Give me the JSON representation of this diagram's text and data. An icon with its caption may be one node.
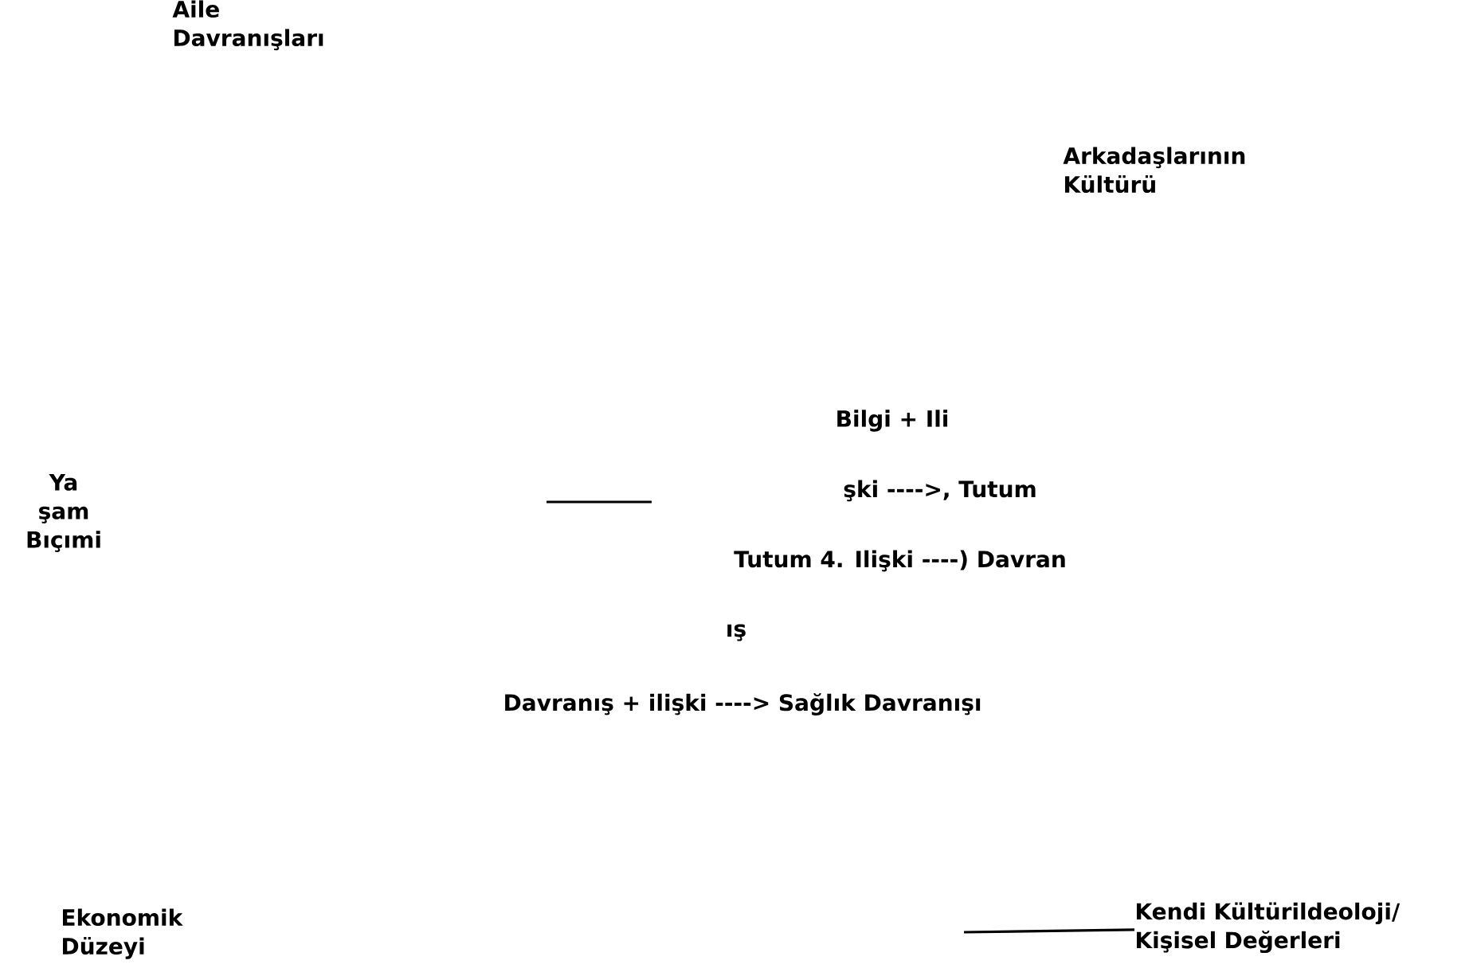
{
  "diagram": {
    "nodes": [
      {
        "text": [
          "Aile Davranışları"
        ]
      },
      {
        "text": [
          "Arkadaşlarının Kültürü"
        ]
      },
      {
        "text": [
          "Ya şam Bıçımi"
        ]
      },
      {
        "text": [
          "Ekonomik Düzeyi"
        ]
      },
      {
        "text": [
          "Kendi Kültürildeoloji/ Kişisel Değerleri"
        ]
      }
    ],
    "edges": [
      {
        "from": null,
        "to": 4,
        "arrow": "none"
      }
    ],
    "labels": [
      "Bilgi + Ili",
      "şki ---->, Tutum",
      "Tutum 4. Ilişki ----) Davran",
      "ış",
      "Davranış + ilişki ----> Sağlık Davranışı"
    ]
  }
}
